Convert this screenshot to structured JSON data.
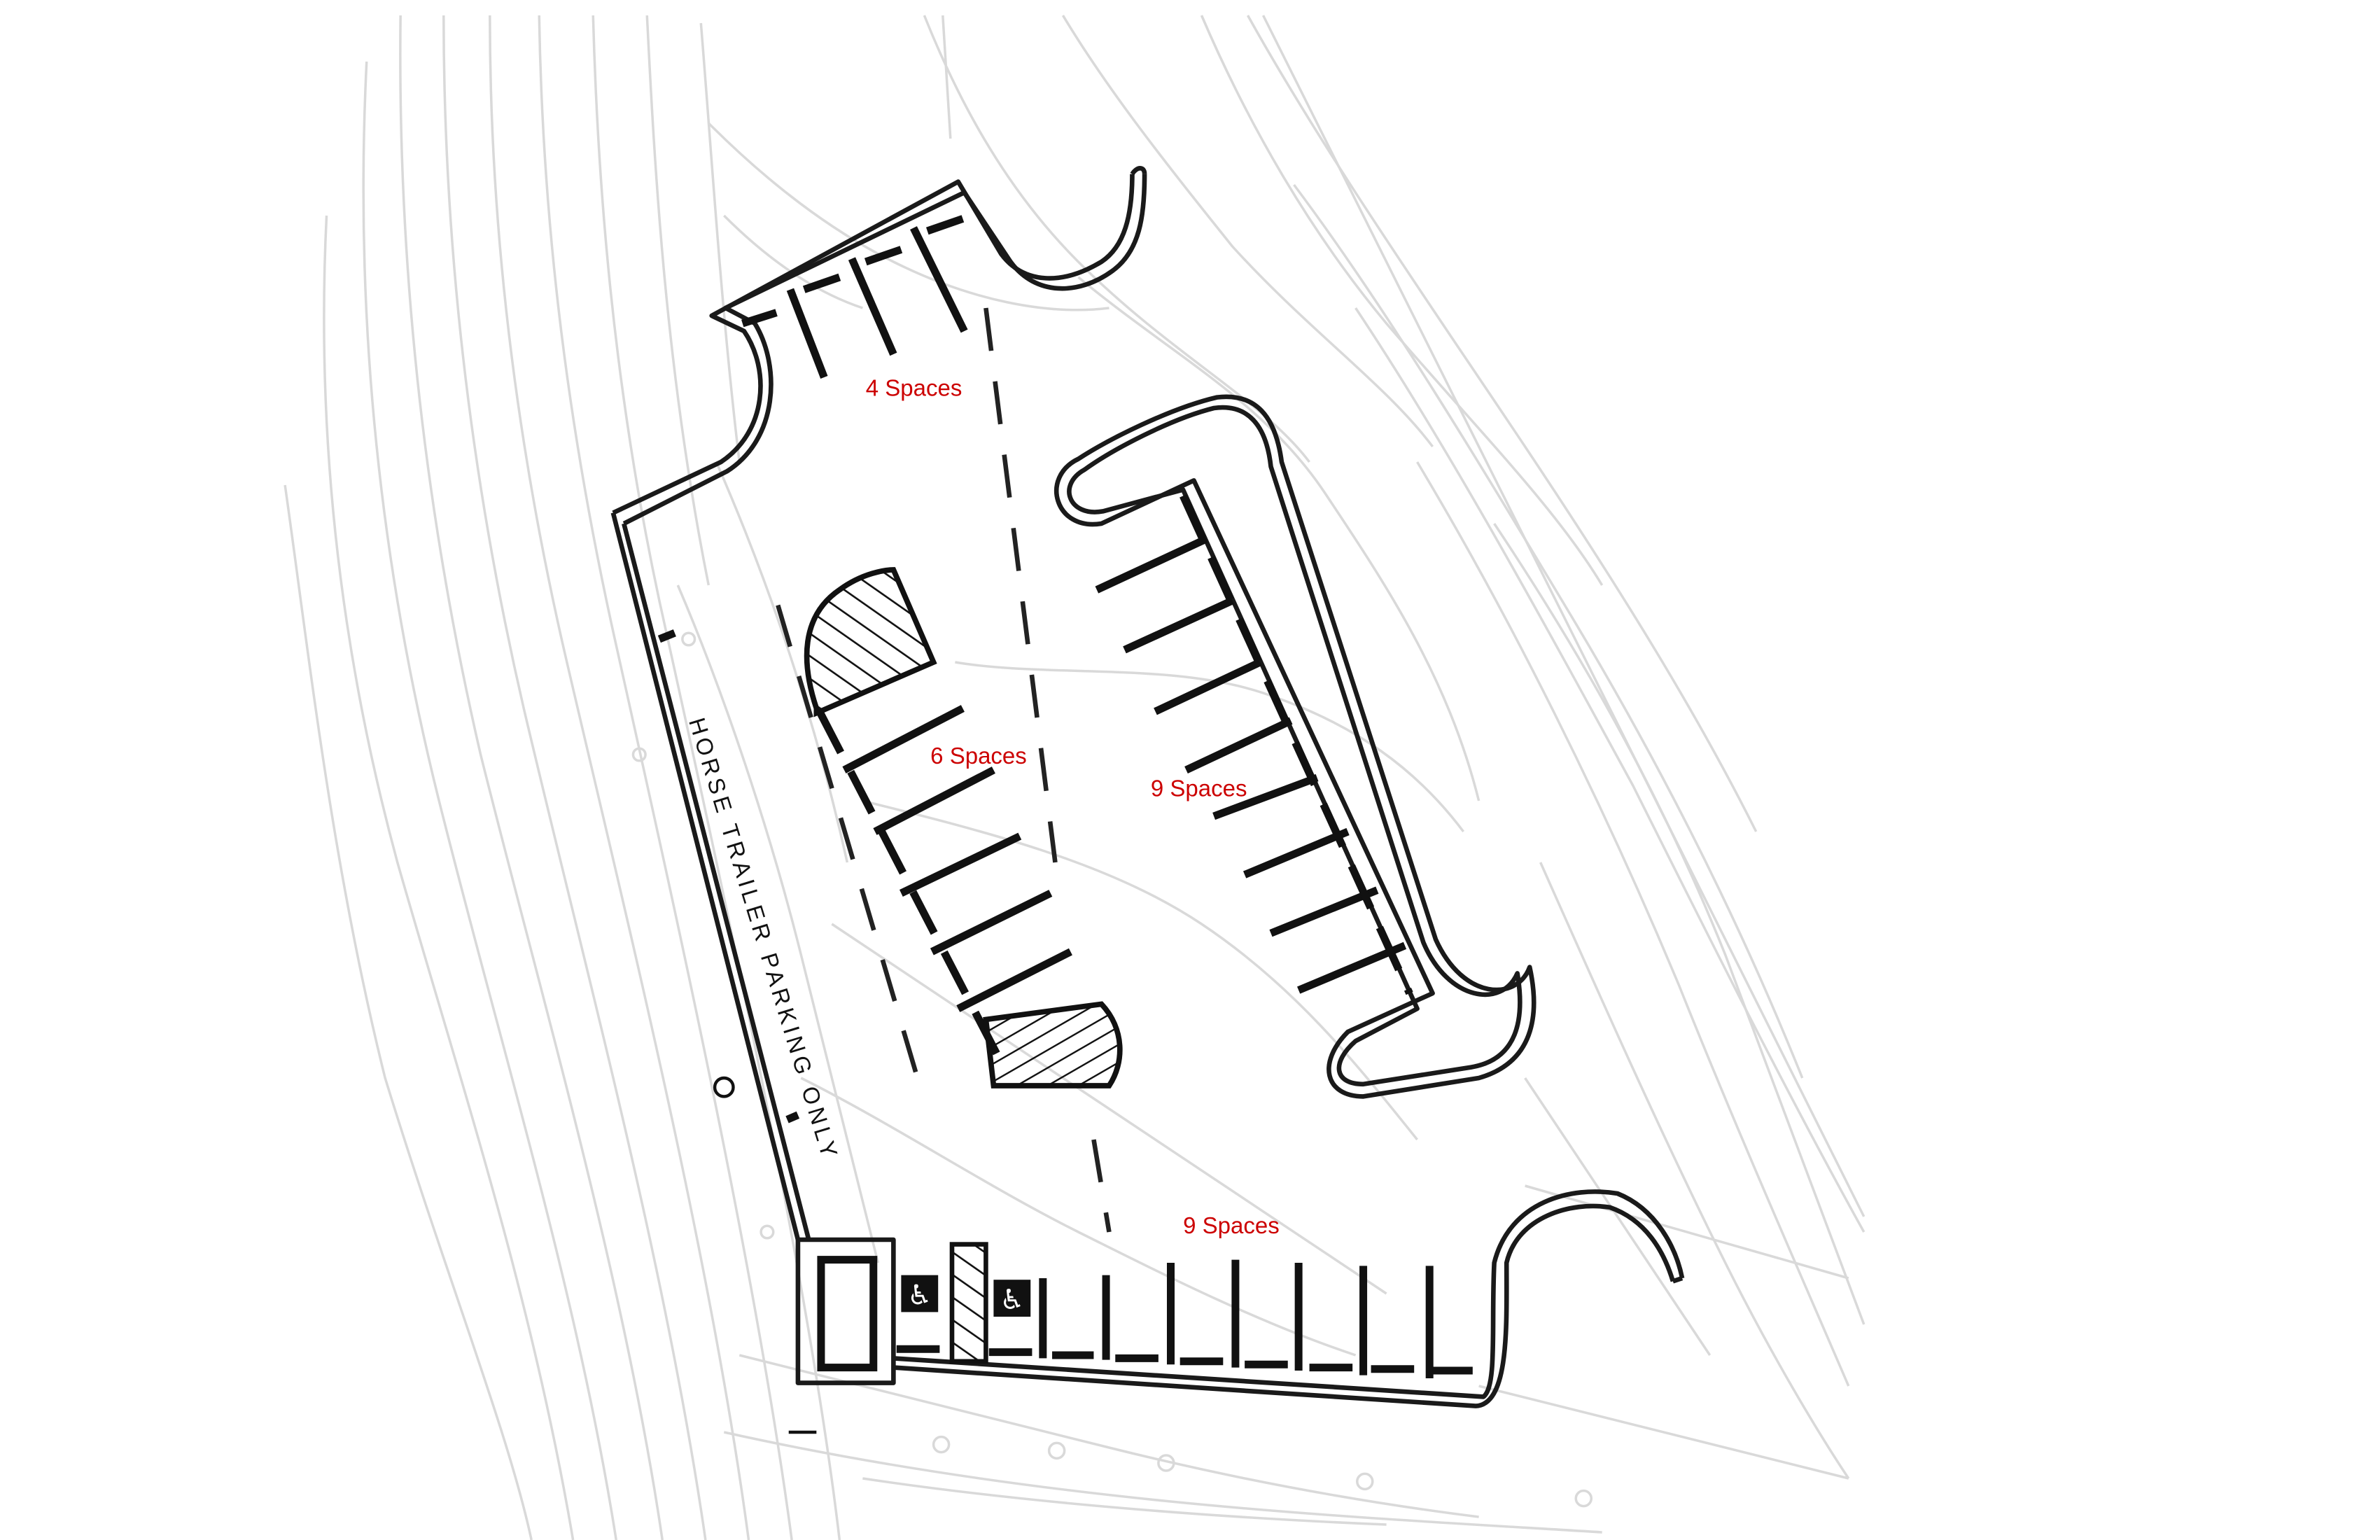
{
  "labels": {
    "north_lot": "4 Spaces",
    "center_row": "6 Spaces",
    "island_row": "9 Spaces",
    "south_row": "9 Spaces",
    "trailer_note": "HORSE TRAILER PARKING ONLY"
  },
  "colors": {
    "label_red": "#cc0000",
    "linework": "#111111",
    "contours": "#d9d9d9",
    "background": "#ffffff"
  },
  "icons": {
    "accessible_sign": "wheelchair-icon",
    "hatched_island": "hatch-pattern"
  }
}
